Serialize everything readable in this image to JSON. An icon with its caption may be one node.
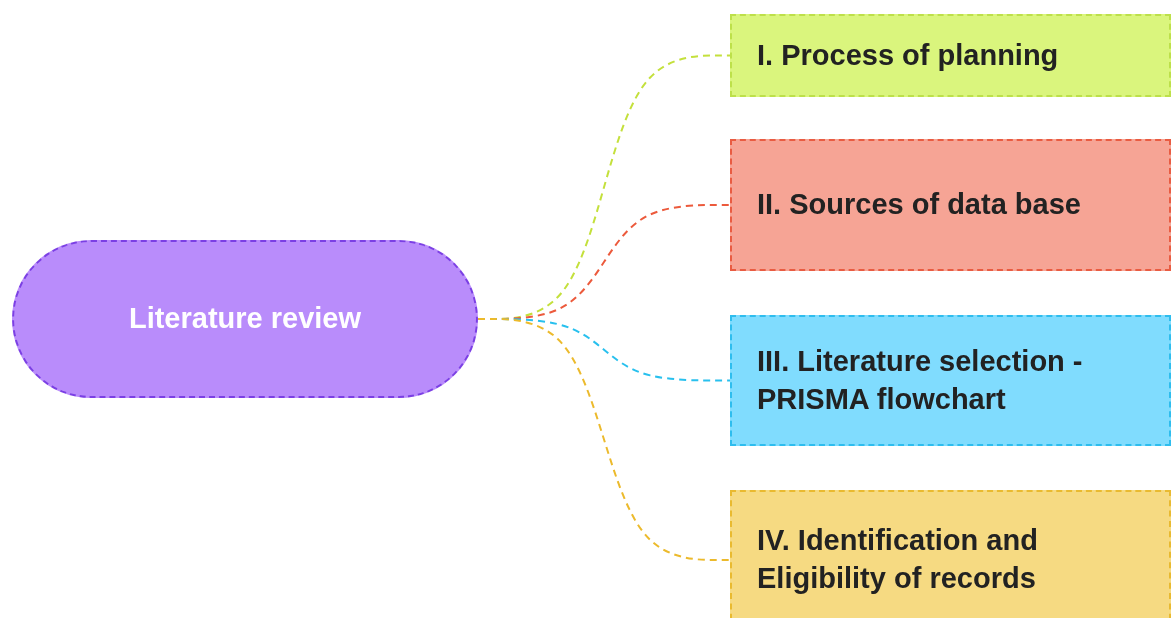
{
  "diagram": {
    "nodes": [
      {
        "text": [
          "Literature review"
        ]
      },
      {
        "text": [
          "I. Process of planning"
        ]
      },
      {
        "text": [
          "II. Sources of data base"
        ]
      },
      {
        "text": [
          "III. Literature selection - PRISMA flowchart"
        ]
      },
      {
        "text": [
          "IV. Identification and Eligibility of records"
        ]
      }
    ],
    "edges": [
      {
        "from": 0,
        "to": 1,
        "arrow": "none",
        "style": "dashed",
        "color": "#c4e03c"
      },
      {
        "from": 0,
        "to": 2,
        "arrow": "none",
        "style": "dashed",
        "color": "#ec5a3c"
      },
      {
        "from": 0,
        "to": 3,
        "arrow": "none",
        "style": "dashed",
        "color": "#28c0ee"
      },
      {
        "from": 0,
        "to": 4,
        "arrow": "none",
        "style": "dashed",
        "color": "#ecba2c"
      }
    ]
  }
}
